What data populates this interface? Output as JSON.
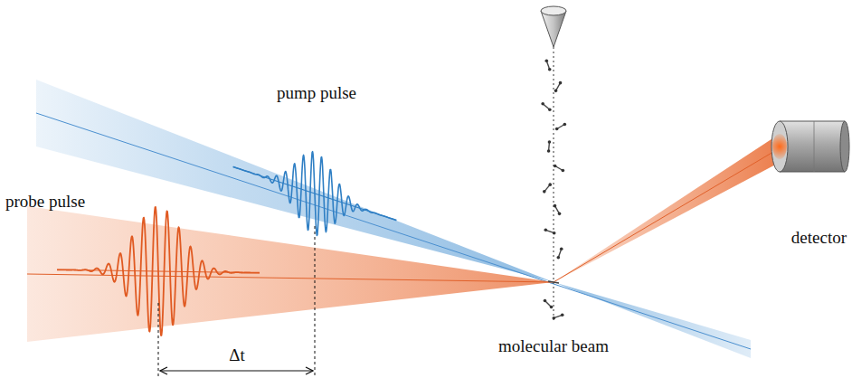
{
  "diagram": {
    "labels": [
      "pump pulse",
      "probe pulse",
      "Δt",
      "molecular beam",
      "detector"
    ]
  }
}
